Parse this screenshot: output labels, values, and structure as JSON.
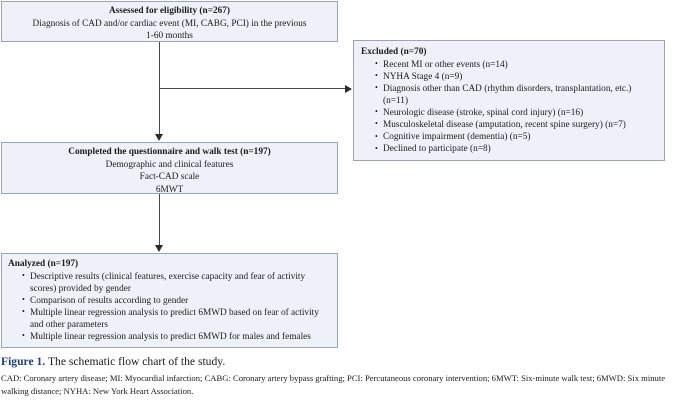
{
  "figure": {
    "boxes": {
      "assessed": {
        "title": "Assessed for eligibility (n=267)",
        "lines": [
          "Diagnosis of CAD and/or cardiac event (MI, CABG, PCI) in the previous",
          "1-60 months"
        ]
      },
      "excluded": {
        "title": "Excluded (n=70)",
        "items": [
          "Recent MI or other events (n=14)",
          "NYHA Stage 4 (n=9)",
          "Diagnosis other than CAD (rhythm disorders, transplantation, etc.) (n=11)",
          "Neurologic disease (stroke, spinal cord injury) (n=16)",
          "Musculoskeletal disease (amputation, recent spine surgery) (n=7)",
          "Cognitive impairment (dementia) (n=5)",
          "Declined to participate (n=8)"
        ]
      },
      "completed": {
        "title": "Completed the questionnaire and walk test (n=197)",
        "lines": [
          "Demographic and clinical features",
          "Fact-CAD scale",
          "6MWT"
        ]
      },
      "analyzed": {
        "title": "Analyzed (n=197)",
        "items": [
          "Descriptive results (clinical features, exercise capacity and fear of activity scores) provided by gender",
          "Comparison of results according to gender",
          "Multiple linear regression analysis to predict 6MWD based on fear of activity and other parameters",
          "Multiple linear regression analysis to predict 6MWD for males and females"
        ]
      }
    },
    "caption": {
      "label": "Figure 1.",
      "text": "The schematic flow chart of the study."
    },
    "footnote": "CAD: Coronary artery disease; MI: Myocardial infarction; CABG: Coronary artery bypass grafting; PCI: Percutaneous coronary intervention; 6MWT: Six-minute walk test; 6MWD: Six minute walking distance; NYHA: New York Heart Association.",
    "colors": {
      "box_fill": "#eef2f8",
      "box_border": "#9aa4b4",
      "connector": "#4a4a4a",
      "caption_label": "#1f3f7a",
      "text": "#1a1a1a"
    }
  }
}
